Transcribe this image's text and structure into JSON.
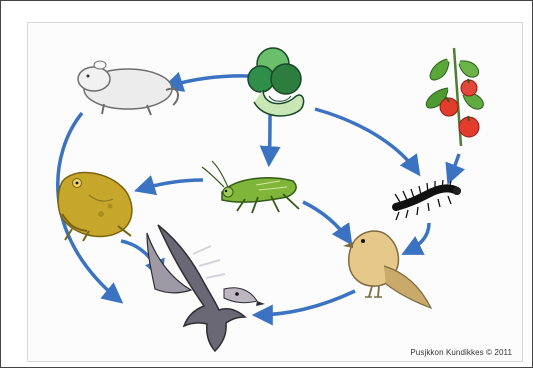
{
  "credit": "Pusjkkon Kundikkes © 2011",
  "colors": {
    "arrow": "#3b73c2",
    "frame": "#444444",
    "panel_border": "#d8d8d8",
    "plant_green": "#2e8f4a",
    "tomato_red": "#e33b2c",
    "leaf_green": "#59a63a",
    "frog_yellow": "#c7a72b",
    "grasshopper_green": "#7fb63a",
    "bird_tan": "#e6c88a",
    "hawk_gray": "#6b6875"
  },
  "organisms": [
    {
      "name": "rodent",
      "icon": "rodent-icon"
    },
    {
      "name": "plant",
      "icon": "plant-icon"
    },
    {
      "name": "tomato-plant",
      "icon": "tomato-plant-icon"
    },
    {
      "name": "grasshopper",
      "icon": "grasshopper-icon"
    },
    {
      "name": "frog",
      "icon": "frog-icon"
    },
    {
      "name": "caterpillar",
      "icon": "caterpillar-icon"
    },
    {
      "name": "songbird",
      "icon": "songbird-icon"
    },
    {
      "name": "hawk",
      "icon": "hawk-icon"
    }
  ]
}
